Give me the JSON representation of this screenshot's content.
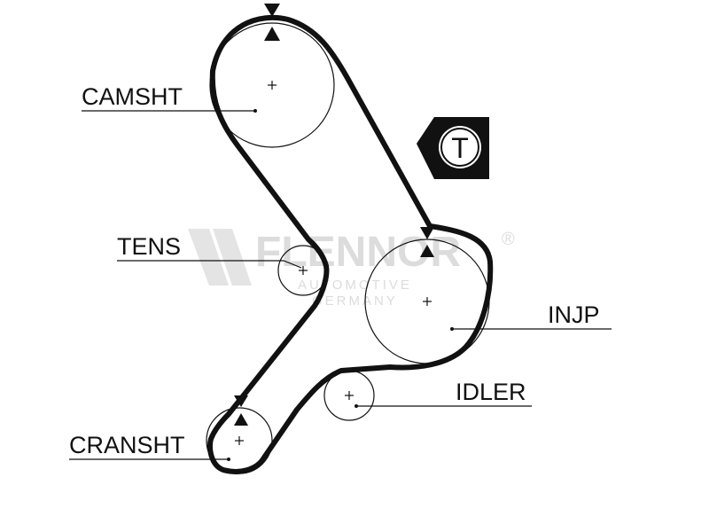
{
  "labels": {
    "camshaft": "CAMSHT",
    "tensioner": "TENS",
    "injection_pump": "INJP",
    "idler": "IDLER",
    "crankshaft": "CRANSHT"
  },
  "tensioner_badge": "T",
  "watermark": {
    "brand": "FLENNOR",
    "registered": "®",
    "line1": "AUTOMOTIVE",
    "line2": "GERMANY"
  },
  "colors": {
    "ink": "#111111",
    "watermark": "#dcdcdc",
    "background": "#ffffff"
  }
}
